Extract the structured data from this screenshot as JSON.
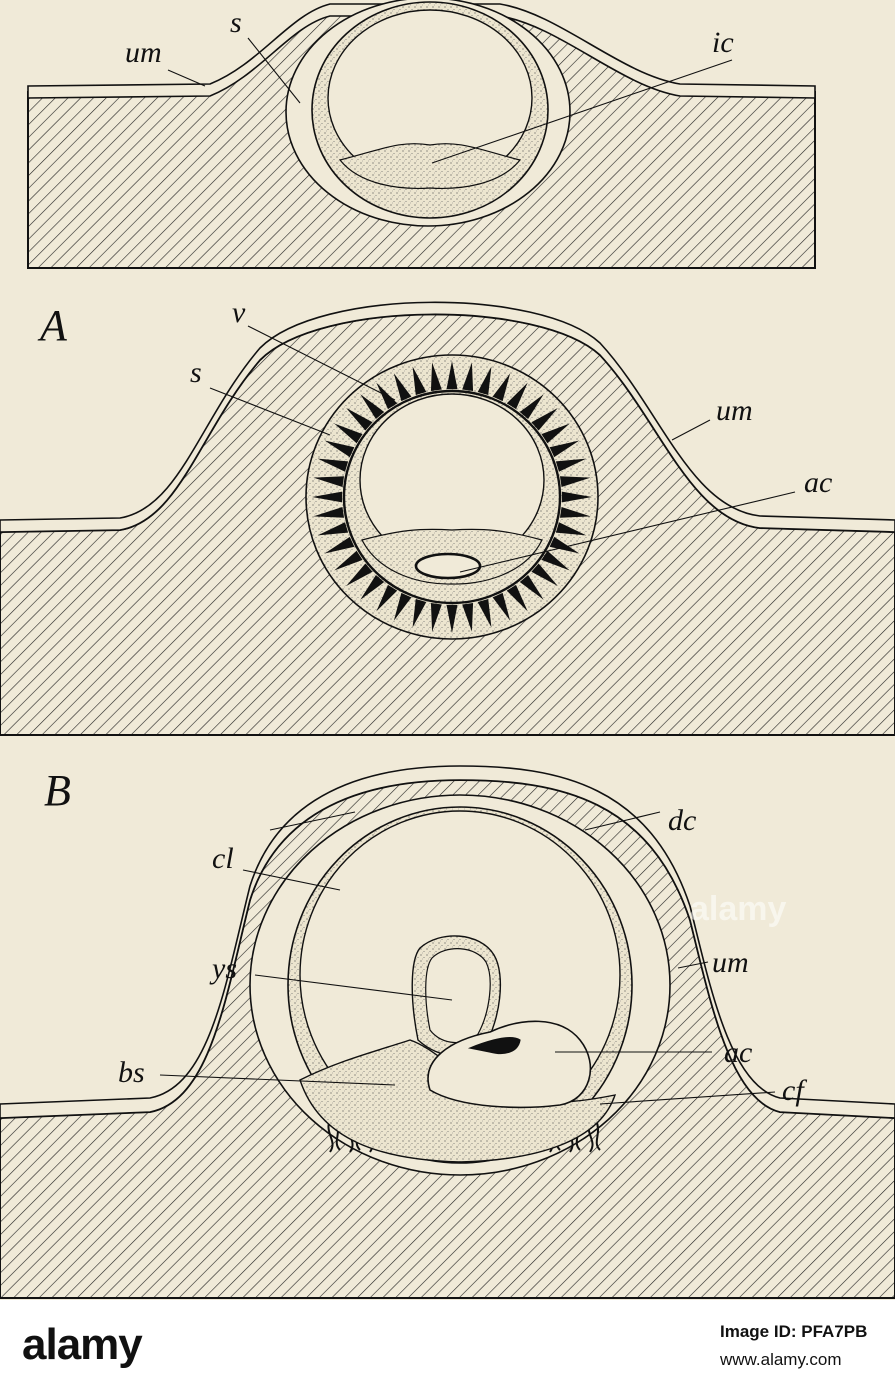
{
  "panels": [
    {
      "id": "top",
      "labels": {
        "um": "um",
        "s": "s",
        "ic": "ic"
      }
    },
    {
      "id": "A",
      "panel_label": "A",
      "labels": {
        "v": "v",
        "s": "s",
        "um": "um",
        "ac": "ac"
      }
    },
    {
      "id": "B",
      "panel_label": "B",
      "labels": {
        "dc": "dc",
        "cl": "cl",
        "ys": "ys",
        "um": "um",
        "ac": "ac",
        "bs": "bs",
        "cf": "cf"
      }
    }
  ],
  "watermark": {
    "text": "alamy"
  },
  "footer": {
    "logo": "alamy",
    "image_id": "Image ID: PFA7PB",
    "url": "www.alamy.com"
  },
  "colors": {
    "paper": "#f0ead8",
    "ink": "#111111",
    "stipple": "#e6dfc8"
  }
}
